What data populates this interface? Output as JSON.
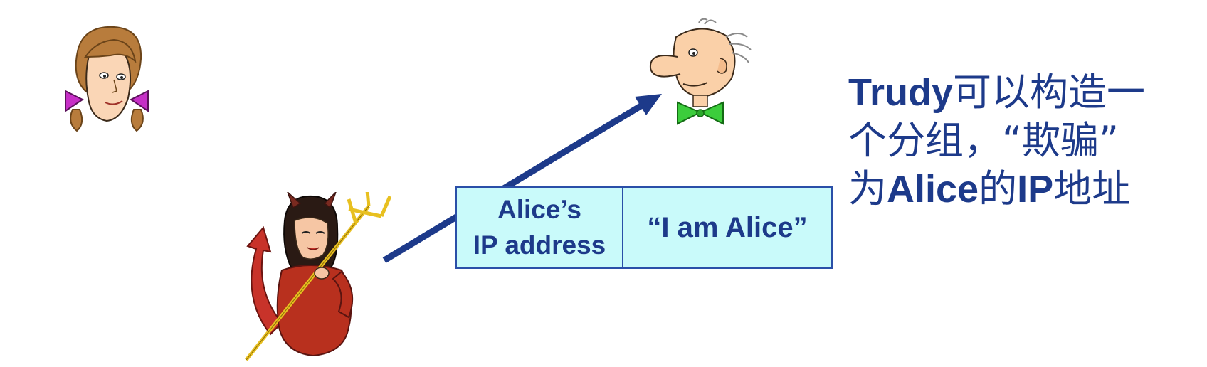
{
  "packet": {
    "source_line1": "Alice’s",
    "source_line2": "IP address",
    "payload": "“I am Alice”"
  },
  "caption": {
    "line1_bold": "Trudy",
    "line1_rest": "可以构造一",
    "line2": "个分组，“欺骗”",
    "line3_pre": "为",
    "line3_bold1": "Alice",
    "line3_mid": "的",
    "line3_bold2": "IP",
    "line3_post": "地址"
  },
  "colors": {
    "arrow": "#1d3a8a",
    "packet_fill": "#c9fafa",
    "packet_border": "#2a4fa8",
    "text": "#1d3a8a"
  }
}
